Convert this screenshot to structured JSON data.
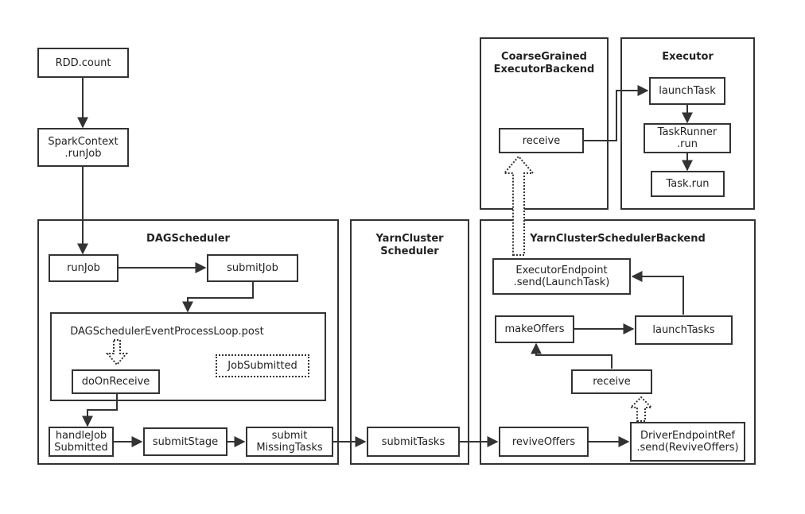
{
  "containers": {
    "dag": "DAGScheduler",
    "yarn": "YarnCluster\nScheduler",
    "backend": "YarnClusterSchedulerBackend",
    "coarse": "CoarseGrained\nExecutorBackend",
    "executor": "Executor",
    "loop": "DAGSchedulerEventProcessLoop.post"
  },
  "nodes": {
    "rdd_count": "RDD.count",
    "spark_context_runjob": "SparkContext\n.runJob",
    "runjob": "runJob",
    "submitjob": "submitJob",
    "doonreceive": "doOnReceive",
    "jobsubmitted": "JobSubmitted",
    "handlejobsubmitted": "handleJob\nSubmitted",
    "submitstage": "submitStage",
    "submitmissingtasks": "submit\nMissingTasks",
    "submittasks": "submitTasks",
    "reviveoffers": "reviveOffers",
    "driverendpointref": "DriverEndpointRef\n.send(ReviveOffers)",
    "receive_backend": "receive",
    "makeoffers": "makeOffers",
    "launchtasks": "launchTasks",
    "executorendpoint": "ExecutorEndpoint\n.send(LaunchTask)",
    "receive_coarse": "receive",
    "launchtask": "launchTask",
    "taskrunner": "TaskRunner\n.run",
    "taskrun": "Task.run"
  }
}
